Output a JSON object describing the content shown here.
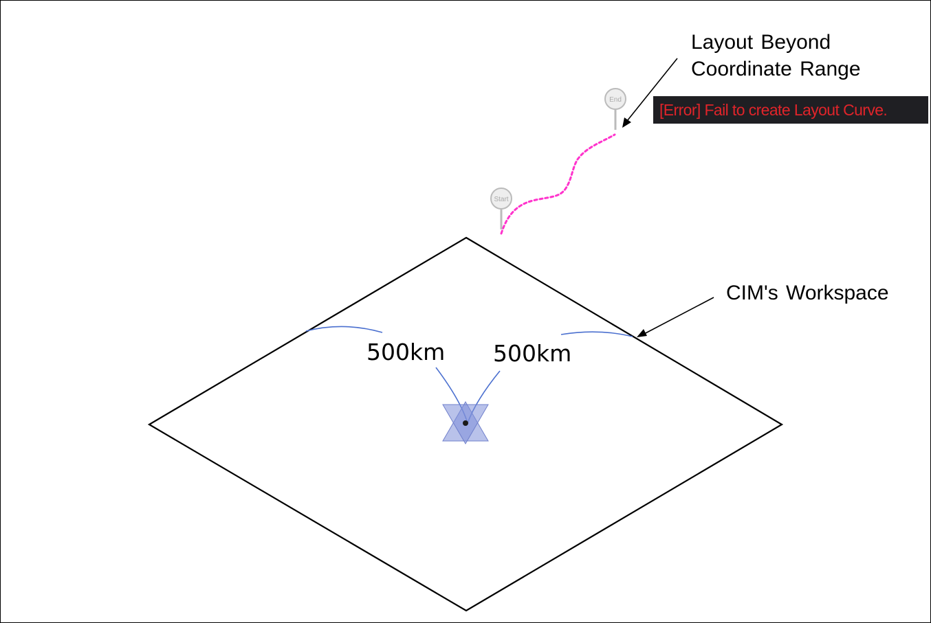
{
  "callouts": {
    "layout_beyond_line1": "Layout Beyond",
    "layout_beyond_line2": "Coordinate Range",
    "workspace": "CIM's Workspace"
  },
  "error": {
    "message": "[Error] Fail to create Layout Curve."
  },
  "pins": {
    "start": "Start",
    "end": "End"
  },
  "dimensions": {
    "left": "500km",
    "right": "500km"
  },
  "colors": {
    "curve": "#ff33cc",
    "error_text": "#e0242a",
    "error_background": "#1f1f23",
    "dimension_arc": "#4a6fcf",
    "origin_marker": "#8090d8",
    "workspace_outline": "#000000",
    "pin": "#bbbbbb"
  },
  "icons": {
    "origin": "six-point-star-icon",
    "pins": "map-pin-icon"
  }
}
